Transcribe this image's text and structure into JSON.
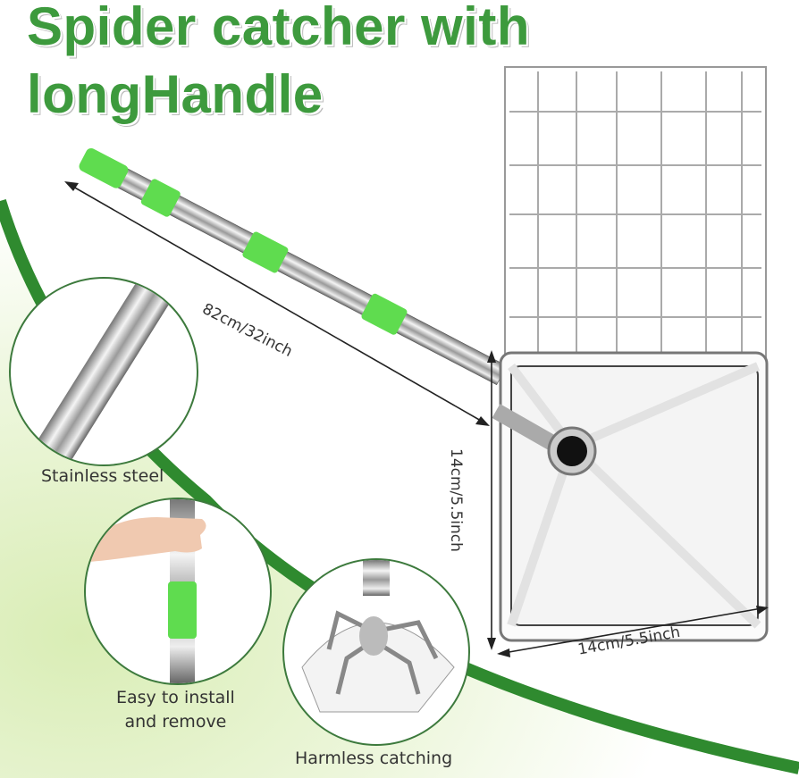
{
  "title": {
    "line1": "Spider catcher with",
    "line2": "longHandle"
  },
  "dimensions": {
    "handle_length": "82cm/32inch",
    "head_height": "14cm/5.5inch",
    "head_width": "14cm/5.5inch"
  },
  "features": [
    {
      "label": "Stainless steel",
      "icon": "steel-rod-icon"
    },
    {
      "label_line1": "Easy to install",
      "label_line2": "and remove",
      "icon": "hand-assembly-icon"
    },
    {
      "label": "Harmless catching",
      "icon": "spider-icon"
    }
  ],
  "colors": {
    "brand_green": "#3d9a3d",
    "accent_green": "#5fdc4f",
    "background_light_green": "#e6f3cf"
  }
}
